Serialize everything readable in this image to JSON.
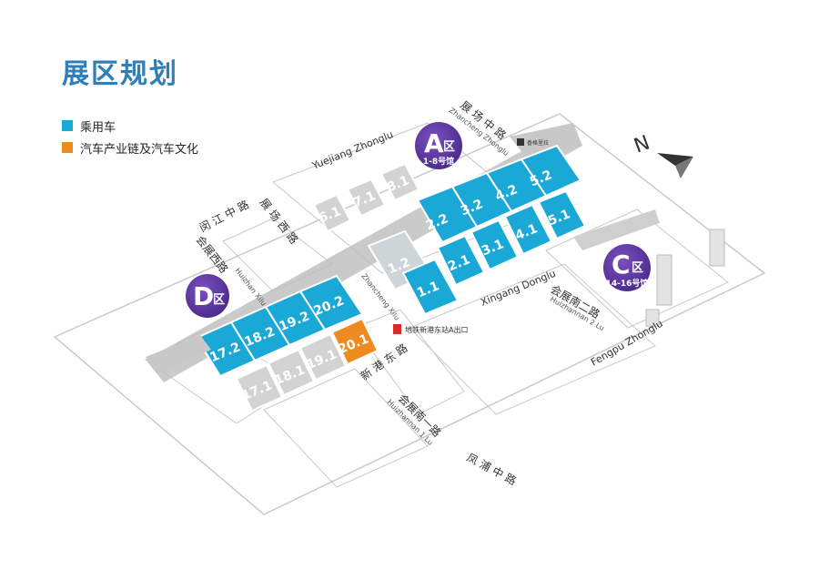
{
  "title": "展区规划",
  "legend": [
    {
      "label": "乘用车",
      "color": "#1aa8d6"
    },
    {
      "label": "汽车产业链及汽车文化",
      "color": "#ee8a1f"
    }
  ],
  "compass": "N",
  "colors": {
    "passenger": "#1aa8d6",
    "industry": "#ee8a1f",
    "other": "#c8c8c8",
    "zone": "#6a3aa6"
  },
  "zones": {
    "A": {
      "letter": "A",
      "qu": "区",
      "sub": "1-8号馆"
    },
    "C": {
      "letter": "C",
      "qu": "区",
      "sub": "14-16号馆"
    },
    "D": {
      "letter": "D",
      "qu": "区"
    }
  },
  "halls": {
    "h5_2": "5.2",
    "h4_2": "4.2",
    "h3_2": "3.2",
    "h2_2": "2.2",
    "h1_2": "1.2",
    "h5_1": "5.1",
    "h4_1": "4.1",
    "h3_1": "3.1",
    "h2_1": "2.1",
    "h1_1": "1.1",
    "h6_1": "6.1",
    "h7_1": "7.1",
    "h8_1": "8.1",
    "h17_2": "17.2",
    "h18_2": "18.2",
    "h19_2": "19.2",
    "h20_2": "20.2",
    "h17_1": "17.1",
    "h18_1": "18.1",
    "h19_1": "19.1",
    "h20_1": "20.1"
  },
  "roads": {
    "yuejiang_en": "Yuejiang Zhonglu",
    "minjiang_cn": "闵 江 中 路",
    "zhancheng_zhong_cn": "展 场 中 路",
    "zhancheng_zhong_en": "Zhancheng Zhonglu",
    "zhancheng_xi_cn": "展 场 西 路",
    "zhancheng_xi_en": "Zhancheng Xilu",
    "huizhan_xi_cn": "会展西路",
    "huizhan_xi_en": "Huizhan Xilu",
    "xingang_en": "Xingang Donglu",
    "xingang_cn": "新 港 东 路",
    "huizhan_nan2_cn": "会展南二路",
    "huizhan_nan2_en": "Huizhannan 2 Lu",
    "huizhan_nan1_cn": "会展南一路",
    "huizhan_nan1_en": "Huizhannan 1 Lu",
    "fengpu_en": "Fengpu Zhonglu",
    "fengpu_cn": "凤 浦 中 路"
  },
  "metro": {
    "label": "地铁新港东站A出口",
    "icon": "metro-icon"
  },
  "hotel_label": "香格里拉"
}
